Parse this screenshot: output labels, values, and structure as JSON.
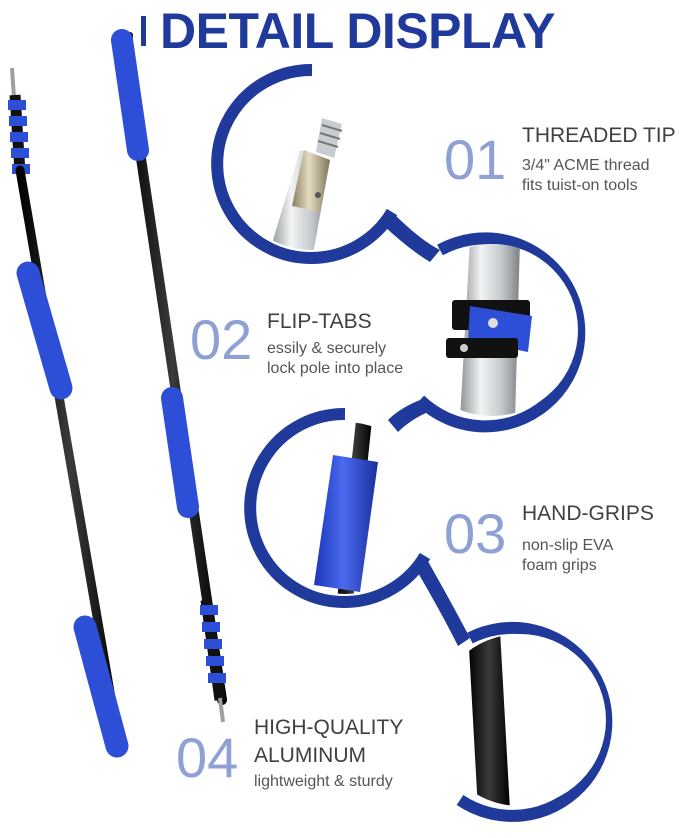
{
  "header": {
    "title": "DETAIL DISPLAY"
  },
  "features": [
    {
      "number": "01",
      "heading_lines": [
        "THREADED TIP"
      ],
      "desc_lines": [
        "3/4\" ACME thread",
        "fits tuist-on tools"
      ]
    },
    {
      "number": "02",
      "heading_lines": [
        "FLIP-TABS"
      ],
      "desc_lines": [
        "essily & securely",
        "lock pole into place"
      ]
    },
    {
      "number": "03",
      "heading_lines": [
        "HAND-GRIPS"
      ],
      "desc_lines": [
        "non-slip EVA",
        "foam grips"
      ]
    },
    {
      "number": "04",
      "heading_lines": [
        "HIGH-QUALITY",
        "ALUMINUM"
      ],
      "desc_lines": [
        "lightweight & sturdy"
      ]
    }
  ],
  "colors": {
    "brand_blue": "#1f3a9a",
    "number_blue": "#8ea0d4",
    "grip_blue": "#2d4fd8",
    "pole_black": "#111111"
  }
}
